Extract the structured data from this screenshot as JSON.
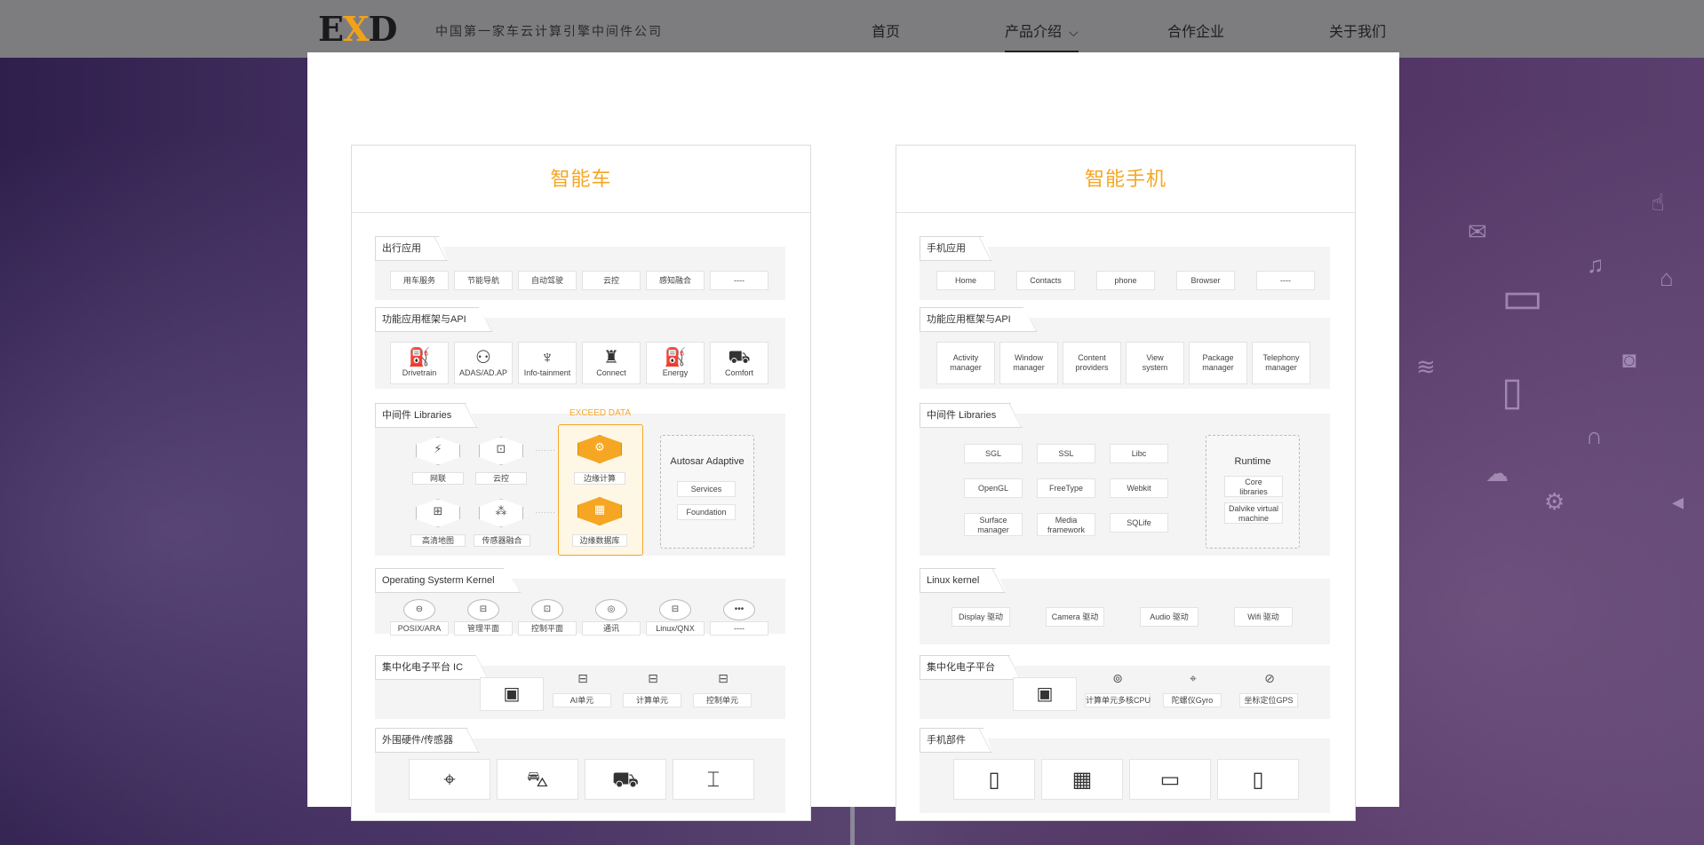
{
  "header": {
    "logo": {
      "e": "E",
      "x": "X",
      "d": "D"
    },
    "slogan": "中国第一家车云计算引擎中间件公司",
    "nav": [
      {
        "label": "首页"
      },
      {
        "label": "产品介绍"
      },
      {
        "label": "合作企业"
      },
      {
        "label": "关于我们"
      }
    ]
  },
  "car": {
    "title": "智能车",
    "apps_tag": "出行应用",
    "apps": [
      "用车服务",
      "节能导航",
      "自动驾驶",
      "云控",
      "感知融合",
      "----"
    ],
    "api_tag": "功能应用框架与API",
    "api": [
      {
        "label": "Drivetrain",
        "icon": "⛽"
      },
      {
        "label": "ADAS/AD.AP",
        "icon": "🚘"
      },
      {
        "label": "Info-tainment",
        "icon": "🚦"
      },
      {
        "label": "Connect",
        "icon": "📡"
      },
      {
        "label": "Energy",
        "icon": "⛽"
      },
      {
        "label": "Comfort",
        "icon": "🚗"
      }
    ],
    "lib_tag": "中间件 Libraries",
    "exceed": "EXCEED DATA",
    "libs": [
      {
        "label": "网联",
        "icon": "⚡"
      },
      {
        "label": "云控",
        "icon": "⊡"
      },
      {
        "label": "边缘计算",
        "icon": "⚙"
      },
      {
        "label": "高清地图",
        "icon": "⊞"
      },
      {
        "label": "传感器融合",
        "icon": "⁂"
      },
      {
        "label": "边缘数据库",
        "icon": "▦"
      }
    ],
    "autosar": {
      "title": "Autosar Adaptive",
      "items": [
        "Services",
        "Foundation"
      ]
    },
    "os_tag": "Operating Systerm Kernel",
    "os": [
      "POSIX/ARA",
      "管理平面",
      "控制平面",
      "通讯",
      "Linux/QNX",
      "----"
    ],
    "ecu_tag": "集中化电子平台 IC",
    "ecu": [
      "AI单元",
      "计算单元",
      "控制单元"
    ],
    "hw_tag": "外围硬件/传感器",
    "hw_icons": [
      "target-icon",
      "sensor-car-icon",
      "car-front-icon",
      "chassis-icon"
    ]
  },
  "phone": {
    "title": "智能手机",
    "apps_tag": "手机应用",
    "apps": [
      "Home",
      "Contacts",
      "phone",
      "Browser",
      "----"
    ],
    "api_tag": "功能应用框架与API",
    "api": [
      [
        "Activity",
        "manager"
      ],
      [
        "Window",
        "manager"
      ],
      [
        "Content",
        "providers"
      ],
      [
        "View",
        "system"
      ],
      [
        "Package",
        "manager"
      ],
      [
        "Telephony",
        "manager"
      ]
    ],
    "lib_tag": "中间件 Libraries",
    "libs": [
      [
        "SGL"
      ],
      [
        "SSL"
      ],
      [
        "Libc"
      ],
      [
        "OpenGL"
      ],
      [
        "FreeType"
      ],
      [
        "Webkit"
      ],
      [
        "Surface",
        "manager"
      ],
      [
        "Media",
        "framework"
      ],
      [
        "SQLife"
      ]
    ],
    "runtime": {
      "title": "Runtime",
      "items": [
        [
          "Core",
          "libraries"
        ],
        [
          "Dalvike virtual",
          "machine"
        ]
      ]
    },
    "kernel_tag": "Linux kernel",
    "kernel": [
      "Display 驱动",
      "Camera 驱动",
      "Audio 驱动",
      "Wifi 驱动"
    ],
    "ecu_tag": "集中化电子平台",
    "ecu": [
      "计算单元多核CPU",
      "陀螺仪Gyro",
      "坐标定位GPS"
    ],
    "hw_tag": "手机部件",
    "hw_icons": [
      "phone-icon",
      "circuit-board-icon",
      "tablet-icon",
      "mobile-icon"
    ]
  }
}
